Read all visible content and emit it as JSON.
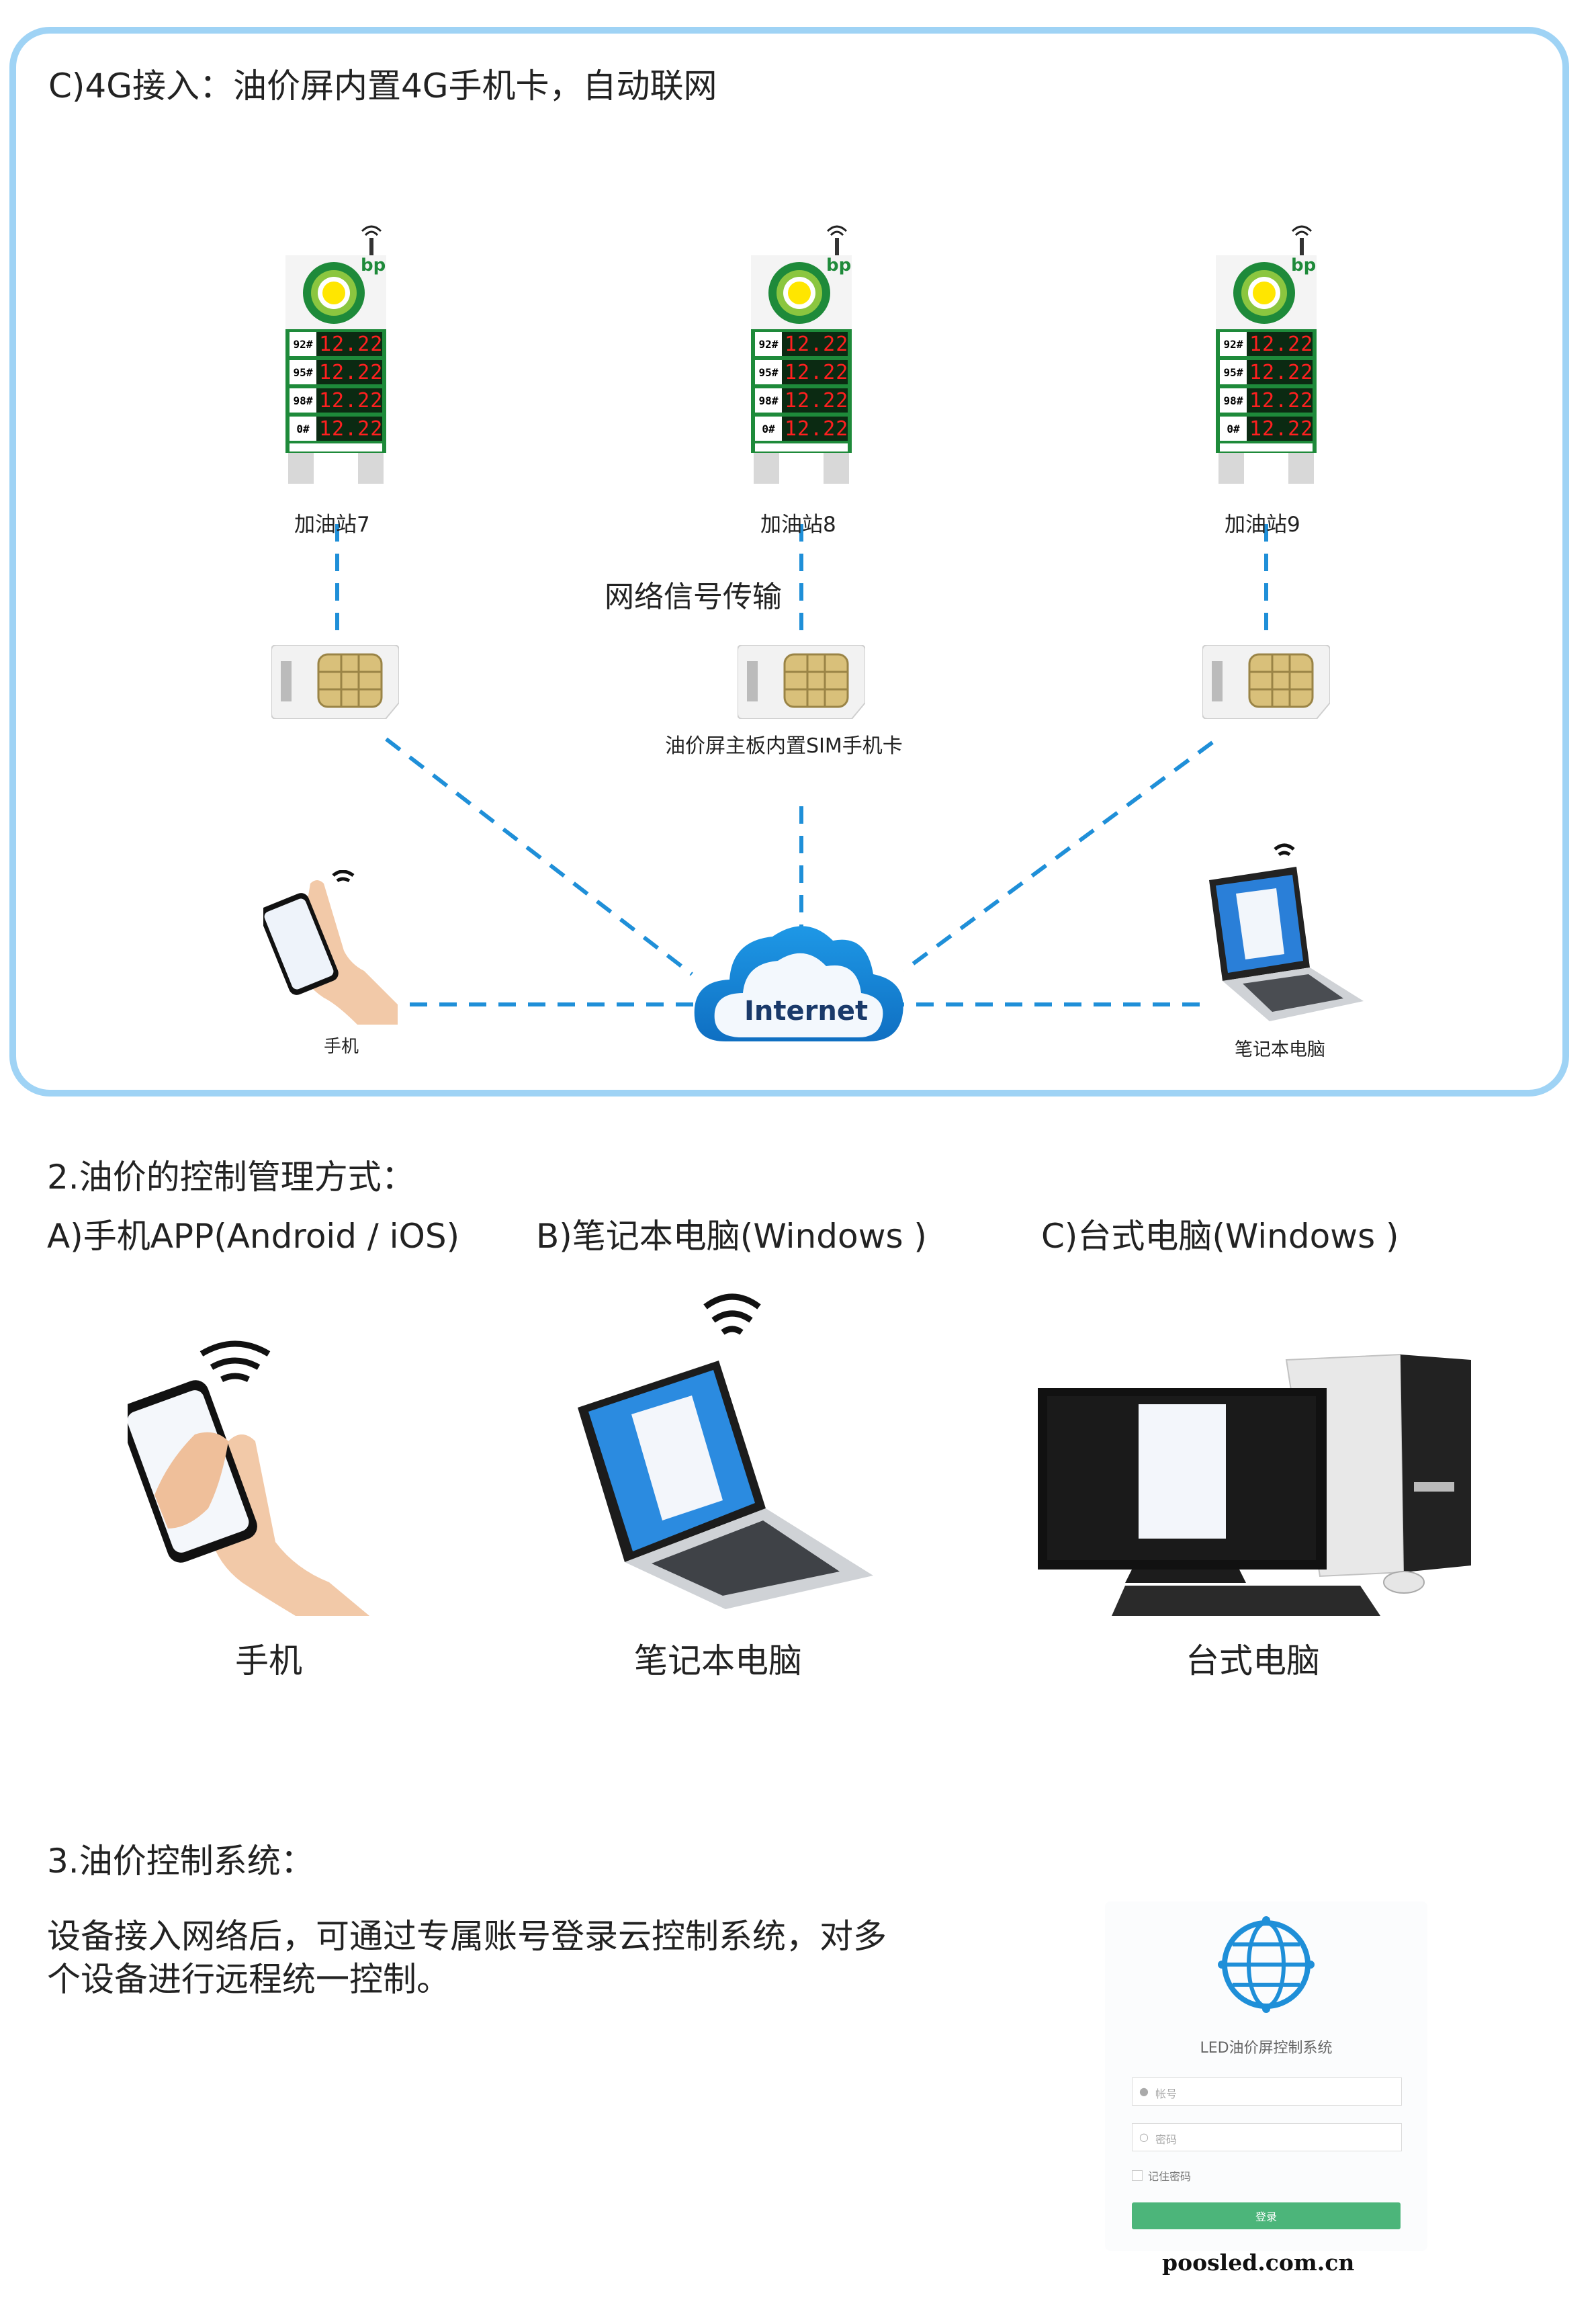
{
  "section_c": {
    "title": "C)4G接入：油价屏内置4G手机卡，自动联网",
    "stations": [
      {
        "label": "加油站7",
        "prices": [
          {
            "fuel": "92#",
            "price": "12.22"
          },
          {
            "fuel": "95#",
            "price": "12.22"
          },
          {
            "fuel": "98#",
            "price": "12.22"
          },
          {
            "fuel": "0#",
            "price": "12.22"
          }
        ]
      },
      {
        "label": "加油站8",
        "prices": [
          {
            "fuel": "92#",
            "price": "12.22"
          },
          {
            "fuel": "95#",
            "price": "12.22"
          },
          {
            "fuel": "98#",
            "price": "12.22"
          },
          {
            "fuel": "0#",
            "price": "12.22"
          }
        ]
      },
      {
        "label": "加油站9",
        "prices": [
          {
            "fuel": "92#",
            "price": "12.22"
          },
          {
            "fuel": "95#",
            "price": "12.22"
          },
          {
            "fuel": "98#",
            "price": "12.22"
          },
          {
            "fuel": "0#",
            "price": "12.22"
          }
        ]
      }
    ],
    "brand": "bp",
    "signal_label": "网络信号传输",
    "sim_label": "油价屏主板内置SIM手机卡",
    "cloud_label": "Internet",
    "phone_label": "手机",
    "laptop_label": "笔记本电脑"
  },
  "section_2": {
    "title": "2.油价的控制管理方式：",
    "methods": [
      {
        "heading": "A)手机APP(Android / iOS)",
        "caption": "手机"
      },
      {
        "heading": "B)笔记本电脑(Windows )",
        "caption": "笔记本电脑"
      },
      {
        "heading": "C)台式电脑(Windows )",
        "caption": "台式电脑"
      }
    ]
  },
  "section_3": {
    "title": "3.油价控制系统：",
    "desc_line1": "设备接入网络后，可通过专属账号登录云控制系统，对多",
    "desc_line2": "个设备进行远程统一控制。",
    "login": {
      "system_title": "LED油价屏控制系统",
      "account_placeholder": "帐号",
      "password_placeholder": "密码",
      "remember": "记住密码",
      "login_button": "登录"
    },
    "website": "poosled.com.cn"
  },
  "colors": {
    "panel_border": "#9fd3f5",
    "dash": "#1f8fd8",
    "bp_green": "#1e8a3a",
    "login_green": "#4cb57a"
  }
}
